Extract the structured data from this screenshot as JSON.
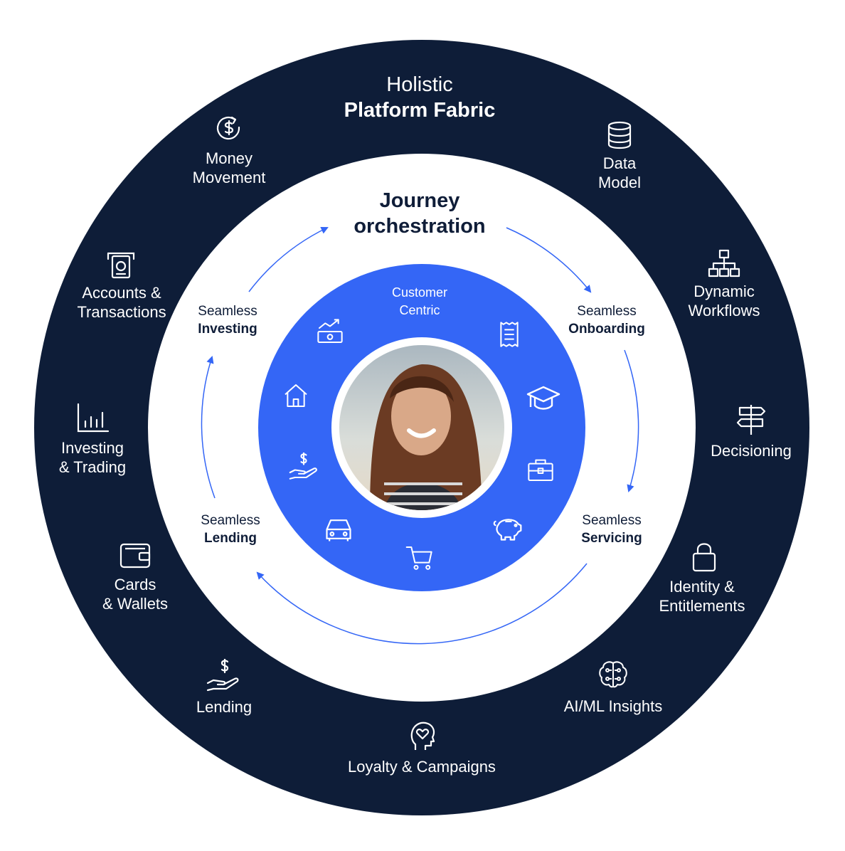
{
  "colors": {
    "outer_ring": "#0e1d38",
    "middle_ring": "#ffffff",
    "inner_ring": "#3466f6",
    "arrow": "#3466f6",
    "text_dark": "#0f1d38",
    "text_light": "#ffffff"
  },
  "outer_ring": {
    "title_line1": "Holistic",
    "title_line2": "Platform Fabric",
    "capabilities": [
      {
        "icon": "money-cycle-icon",
        "line1": "Money",
        "line2": "Movement"
      },
      {
        "icon": "database-icon",
        "line1": "Data",
        "line2": "Model"
      },
      {
        "icon": "atm-icon",
        "line1": "Accounts &",
        "line2": "Transactions"
      },
      {
        "icon": "workflow-icon",
        "line1": "Dynamic",
        "line2": "Workflows"
      },
      {
        "icon": "bar-chart-icon",
        "line1": "Investing",
        "line2": "& Trading"
      },
      {
        "icon": "signpost-icon",
        "line1": "Decisioning",
        "line2": ""
      },
      {
        "icon": "wallet-icon",
        "line1": "Cards",
        "line2": "& Wallets"
      },
      {
        "icon": "lock-icon",
        "line1": "Identity &",
        "line2": "Entitlements"
      },
      {
        "icon": "hand-dollar-icon",
        "line1": "Lending",
        "line2": ""
      },
      {
        "icon": "brain-icon",
        "line1": "AI/ML Insights",
        "line2": ""
      },
      {
        "icon": "head-heart-icon",
        "line1": "Loyalty & Campaigns",
        "line2": ""
      }
    ]
  },
  "middle_ring": {
    "title_line1": "Journey",
    "title_line2": "orchestration",
    "journeys": [
      {
        "line1": "Seamless",
        "line2": "Investing"
      },
      {
        "line1": "Seamless",
        "line2": "Onboarding"
      },
      {
        "line1": "Seamless",
        "line2": "Lending"
      },
      {
        "line1": "Seamless",
        "line2": "Servicing"
      }
    ]
  },
  "inner_ring": {
    "title_line1": "Customer",
    "title_line2": "Centric",
    "icons": [
      "cash-growth-icon",
      "receipt-icon",
      "home-icon",
      "graduation-cap-icon",
      "hand-dollar-icon",
      "briefcase-icon",
      "car-icon",
      "piggy-bank-icon",
      "cart-icon"
    ]
  },
  "center": {
    "image": "smiling-woman-photo"
  }
}
